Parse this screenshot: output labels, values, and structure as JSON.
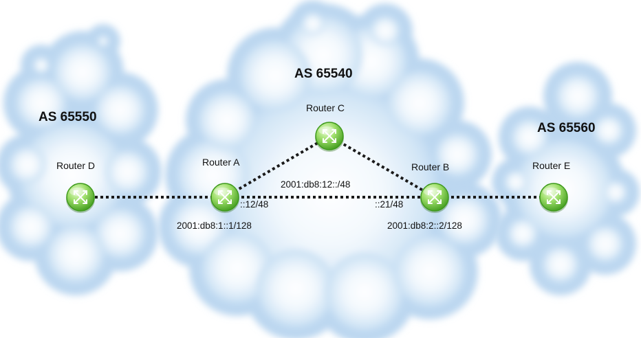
{
  "autonomous_systems": [
    {
      "id": "as-65550",
      "label": "AS 65550"
    },
    {
      "id": "as-65540",
      "label": "AS 65540"
    },
    {
      "id": "as-65560",
      "label": "AS 65560"
    }
  ],
  "routers": [
    {
      "id": "router-d",
      "label": "Router D"
    },
    {
      "id": "router-a",
      "label": "Router A"
    },
    {
      "id": "router-c",
      "label": "Router C"
    },
    {
      "id": "router-b",
      "label": "Router B"
    },
    {
      "id": "router-e",
      "label": "Router E"
    }
  ],
  "links": [
    {
      "from": "router-d",
      "to": "router-a"
    },
    {
      "from": "router-a",
      "to": "router-c"
    },
    {
      "from": "router-c",
      "to": "router-b"
    },
    {
      "from": "router-a",
      "to": "router-b"
    },
    {
      "from": "router-b",
      "to": "router-e"
    }
  ],
  "addresses": {
    "a_b_subnet": "2001:db8:12::/48",
    "a_interface": "::12/48",
    "b_interface": "::21/48",
    "a_loopback": "2001:db8:1::1/128",
    "b_loopback": "2001:db8:2::2/128"
  },
  "colors": {
    "cloud_edge": "#bcd7f0",
    "cloud_core": "#ffffff",
    "router_light": "#c9f0a6",
    "router_dark": "#3f9a1c",
    "link": "#1a1a1a"
  }
}
